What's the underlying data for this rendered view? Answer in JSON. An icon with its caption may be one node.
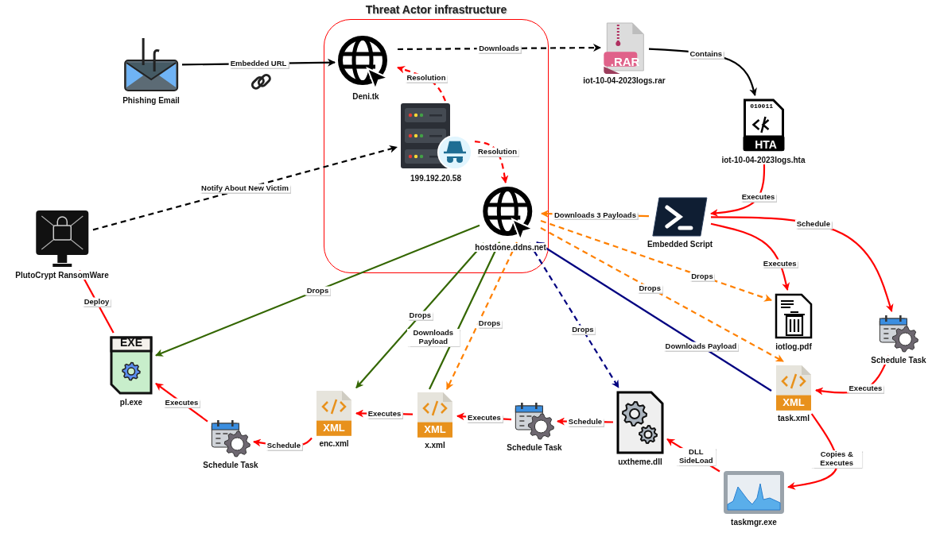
{
  "diagram": {
    "nodes": [
      {
        "text": [
          "Threat Actor infrastructure"
        ]
      },
      {
        "text": [
          "Phishing Email"
        ]
      },
      {
        "text": [
          "Deni.tk"
        ],
        "in": 0
      },
      {
        "text": [
          "199.192.20.58"
        ],
        "in": 0
      },
      {
        "text": [
          "hostdone.ddns.net"
        ],
        "in": 0
      },
      {
        "text": [
          ".RAR",
          "iot-10-04-2023logs.rar"
        ]
      },
      {
        "text": [
          "010011",
          "HTA",
          "iot-10-04-2023logs.hta"
        ]
      },
      {
        "text": [
          "Embedded Script"
        ]
      },
      {
        "text": [
          "PlutoCrypt RansomWare"
        ]
      },
      {
        "text": [
          "iotlog.pdf"
        ]
      },
      {
        "text": [
          "Schedule Task"
        ]
      },
      {
        "text": [
          "EXE",
          "pl.exe"
        ]
      },
      {
        "text": [
          "XML",
          "task.xml"
        ]
      },
      {
        "text": [
          "XML",
          "enc.xml"
        ]
      },
      {
        "text": [
          "XML",
          "x.xml"
        ]
      },
      {
        "text": [
          "Schedule Task"
        ]
      },
      {
        "text": [
          "uxtheme.dll"
        ]
      },
      {
        "text": [
          "Schedule Task"
        ]
      },
      {
        "text": [
          "taskmgr.exe"
        ]
      }
    ],
    "edges": [
      {
        "from": 1,
        "to": 2,
        "arrow": "to",
        "label": "Embedded URL",
        "color": "#000000"
      },
      {
        "from": 3,
        "to": 2,
        "arrow": "to",
        "label": "Resolution",
        "style": "dashed"
      },
      {
        "from": 3,
        "to": 4,
        "arrow": "to",
        "label": "Resolution",
        "style": "dashed"
      },
      {
        "from": 2,
        "to": 5,
        "arrow": "to",
        "label": "Downloads",
        "style": "dashed",
        "color": "#000000"
      },
      {
        "from": 5,
        "to": 6,
        "arrow": "to",
        "label": "Contains",
        "color": "#000000"
      },
      {
        "from": 6,
        "to": 7,
        "arrow": "to",
        "label": "Executes"
      },
      {
        "from": 7,
        "to": 4,
        "arrow": "to",
        "label": "Downloads 3 Payloads",
        "color": "#ff8000"
      },
      {
        "from": 8,
        "to": 3,
        "arrow": "to",
        "label": "Notify About New Victim",
        "style": "dashed",
        "color": "#000000"
      },
      {
        "from": 7,
        "to": 9,
        "arrow": "to",
        "label": "Executes"
      },
      {
        "from": 4,
        "to": 9,
        "arrow": "to",
        "label": "Drops",
        "style": "dashed",
        "color": "#ff8000"
      },
      {
        "from": 7,
        "to": 10,
        "arrow": "to",
        "label": "Schedule"
      },
      {
        "from": 10,
        "to": 12,
        "arrow": "to",
        "label": "Executes"
      },
      {
        "from": 4,
        "to": 12,
        "arrow": "to",
        "label": "Drops",
        "style": "dashed",
        "color": "#ff8000"
      },
      {
        "from": 12,
        "to": 4,
        "arrow": "to",
        "label": "Downloads Payload",
        "color": "#000080"
      },
      {
        "from": 4,
        "to": 16,
        "arrow": "to",
        "label": "Drops",
        "style": "dashed",
        "color": "#000080"
      },
      {
        "from": 4,
        "to": 11,
        "arrow": "to",
        "label": "Drops",
        "color": "#336600"
      },
      {
        "from": 4,
        "to": 13,
        "arrow": "to",
        "label": "Drops",
        "color": "#336600"
      },
      {
        "from": 14,
        "to": 4,
        "arrow": "to",
        "label": "Downloads Payload",
        "color": "#336600"
      },
      {
        "from": 4,
        "to": 14,
        "arrow": "to",
        "label": "Drops",
        "style": "dashed",
        "color": "#ff8000"
      },
      {
        "from": 11,
        "to": 8,
        "arrow": "to",
        "label": "Deploy"
      },
      {
        "from": 17,
        "to": 11,
        "arrow": "to",
        "label": "Executes"
      },
      {
        "from": 13,
        "to": 17,
        "arrow": "to",
        "label": "Schedule"
      },
      {
        "from": 14,
        "to": 13,
        "arrow": "to",
        "label": "Executes"
      },
      {
        "from": 15,
        "to": 14,
        "arrow": "to",
        "label": "Executes"
      },
      {
        "from": 16,
        "to": 15,
        "arrow": "to",
        "label": "Schedule"
      },
      {
        "from": 12,
        "to": 18,
        "arrow": "to",
        "label": "Copies & Executes"
      },
      {
        "from": 18,
        "to": 16,
        "arrow": "to",
        "label": "DLL SideLoad"
      }
    ]
  }
}
